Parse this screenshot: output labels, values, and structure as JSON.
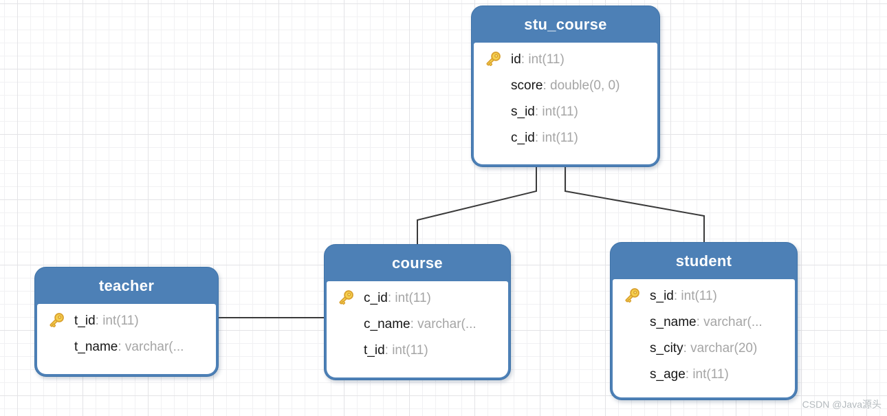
{
  "diagram": {
    "type": "entity-relationship",
    "tables": [
      {
        "name": "stu_course",
        "fields": [
          {
            "name": "id",
            "type_text": ": int(11)",
            "pk": true
          },
          {
            "name": "score",
            "type_text": ": double(0, 0)",
            "pk": false
          },
          {
            "name": "s_id",
            "type_text": ": int(11)",
            "pk": false
          },
          {
            "name": "c_id",
            "type_text": ": int(11)",
            "pk": false
          }
        ]
      },
      {
        "name": "teacher",
        "fields": [
          {
            "name": "t_id",
            "type_text": ": int(11)",
            "pk": true
          },
          {
            "name": "t_name",
            "type_text": ": varchar(...",
            "pk": false
          }
        ]
      },
      {
        "name": "course",
        "fields": [
          {
            "name": "c_id",
            "type_text": ": int(11)",
            "pk": true
          },
          {
            "name": "c_name",
            "type_text": ": varchar(...",
            "pk": false
          },
          {
            "name": "t_id",
            "type_text": ": int(11)",
            "pk": false
          }
        ]
      },
      {
        "name": "student",
        "fields": [
          {
            "name": "s_id",
            "type_text": ": int(11)",
            "pk": true
          },
          {
            "name": "s_name",
            "type_text": ": varchar(...",
            "pk": false
          },
          {
            "name": "s_city",
            "type_text": ": varchar(20)",
            "pk": false
          },
          {
            "name": "s_age",
            "type_text": ": int(11)",
            "pk": false
          }
        ]
      }
    ],
    "relationships": [
      {
        "from": "stu_course",
        "to": "course"
      },
      {
        "from": "stu_course",
        "to": "student"
      },
      {
        "from": "teacher",
        "to": "course"
      }
    ],
    "colors": {
      "header_blue": "#4d80b6",
      "border_blue": "#3e72a8",
      "field_name": "#161616",
      "field_type": "#a5a5a5",
      "connector": "#3a3a3a",
      "key_gold": "#f6d04d",
      "key_gold_dark": "#d9a02f",
      "grid_minor": "#f1f1f3",
      "grid_major": "#e3e3e6"
    },
    "watermark": "CSDN @Java源头"
  }
}
